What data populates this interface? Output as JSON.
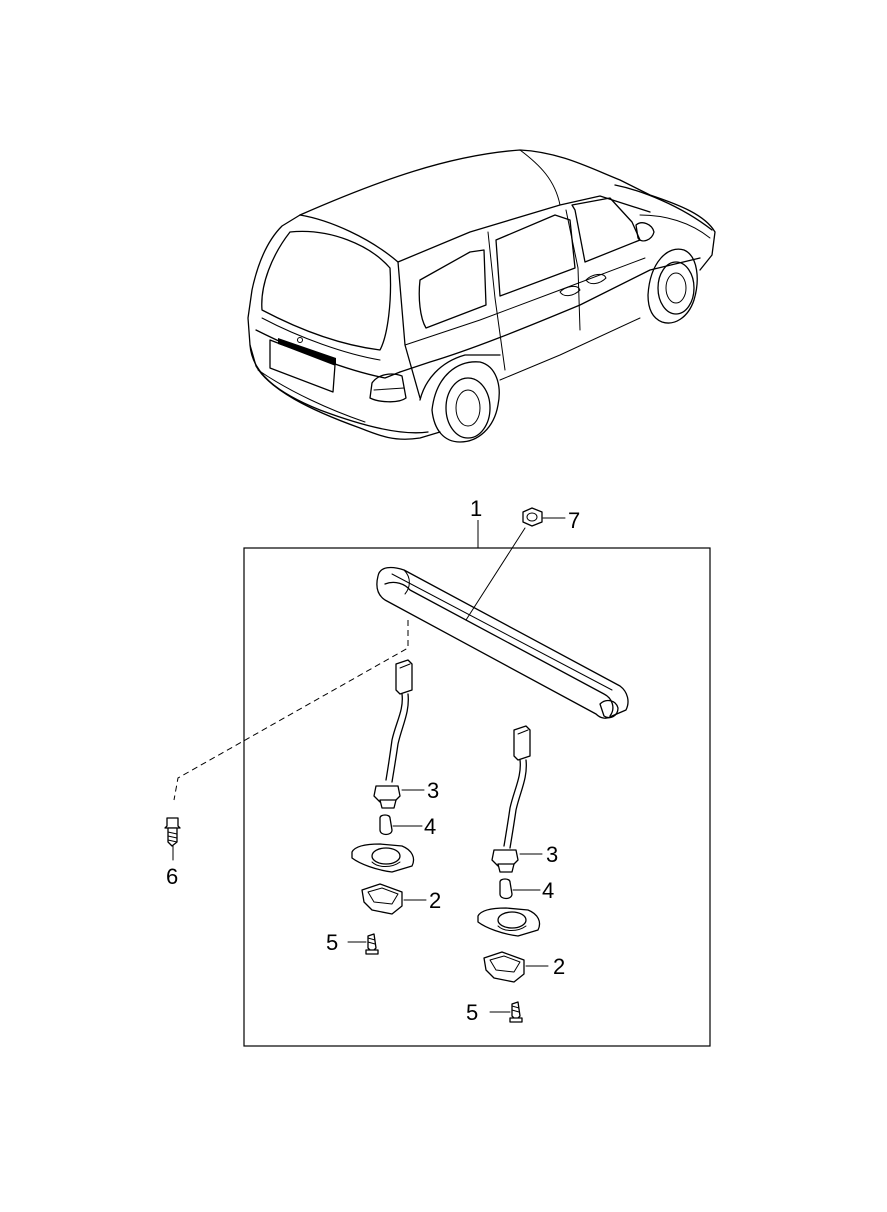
{
  "callouts": {
    "c1": "1",
    "c2a": "2",
    "c2b": "2",
    "c3a": "3",
    "c3b": "3",
    "c4a": "4",
    "c4b": "4",
    "c5a": "5",
    "c5b": "5",
    "c6": "6",
    "c7": "7"
  }
}
